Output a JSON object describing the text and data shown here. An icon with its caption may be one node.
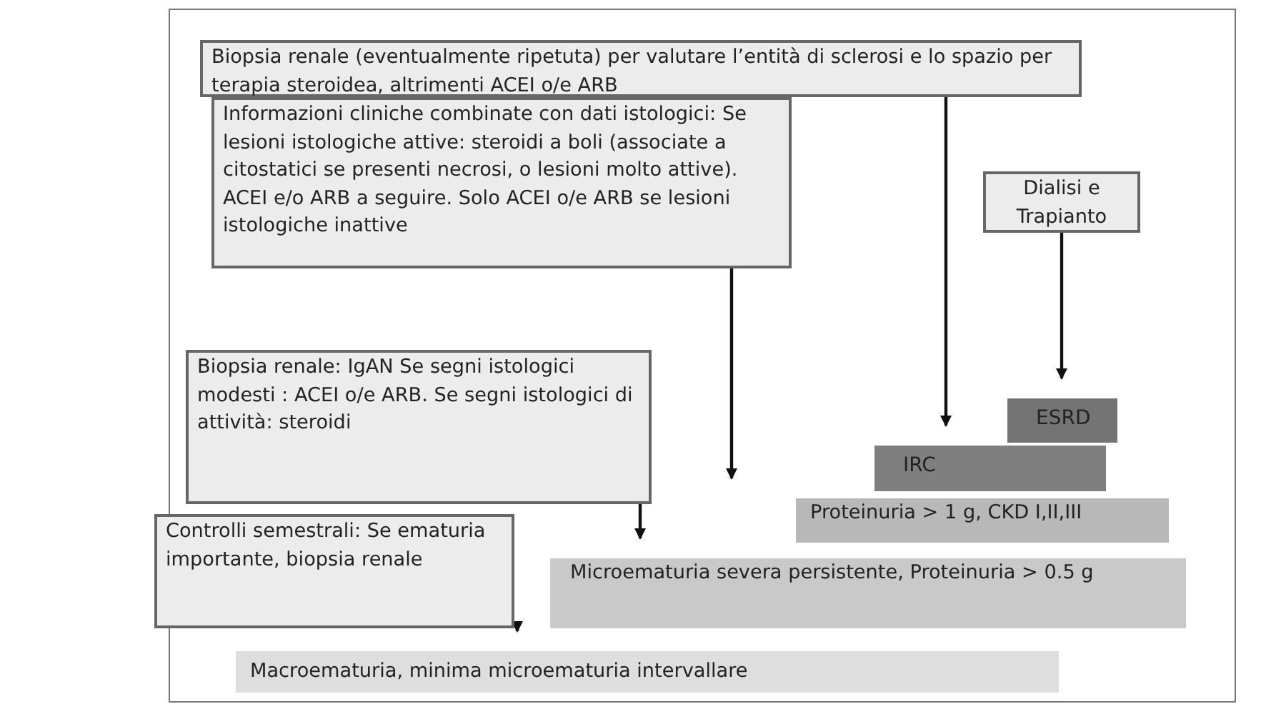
{
  "diagram": {
    "nodes": [
      {
        "text": [
          "Biopsia renale (eventualmente ripetuta) per valutare l’entità di sclerosi e lo spazio  per terapia steroidea, altrimenti ACEI o/e ARB"
        ]
      },
      {
        "text": [
          "Informazioni cliniche combinate con dati istologici: Se lesioni istologiche attive: steroidi a boli (associate a citostatici se presenti necrosi, o lesioni molto attive). ACEI e/o ARB a seguire. Solo ACEI o/e ARB se lesioni istologiche inattive"
        ]
      },
      {
        "text": [
          "Dialisi e Trapianto"
        ]
      },
      {
        "text": [
          "Biopsia renale: IgAN Se segni istologici modesti : ACEI o/e ARB. Se segni istologici di attività: steroidi"
        ]
      },
      {
        "text": [
          "ESRD"
        ]
      },
      {
        "text": [
          "IRC"
        ]
      },
      {
        "text": [
          "Proteinuria > 1 g, CKD I,II,III"
        ]
      },
      {
        "text": [
          "Controlli semestrali: Se ematuria importante, biopsia renale"
        ]
      },
      {
        "text": [
          "Microematuria severa persistente, Proteinuria > 0.5 g"
        ]
      },
      {
        "text": [
          "Macroematuria, minima microematuria intervallare"
        ]
      }
    ],
    "edges": [
      {
        "from": 0,
        "to": 5,
        "arrow": "to"
      },
      {
        "from": 1,
        "to": 6,
        "arrow": "to"
      },
      {
        "from": 2,
        "to": 4,
        "arrow": "to"
      },
      {
        "from": 3,
        "to": 8,
        "arrow": "to"
      },
      {
        "from": 7,
        "to": 9,
        "arrow": "to"
      }
    ]
  }
}
